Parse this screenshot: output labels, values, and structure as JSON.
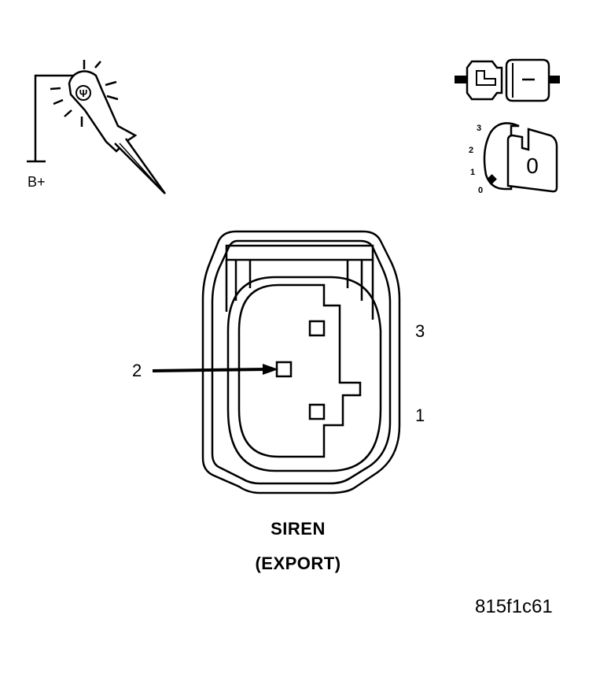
{
  "probe": {
    "supply_label": "B+",
    "lamp_symbol": "Ψ"
  },
  "ignition": {
    "positions": [
      "3",
      "2",
      "1",
      "0"
    ],
    "key_position": "0"
  },
  "connector": {
    "pins": [
      {
        "number": "3"
      },
      {
        "number": "2"
      },
      {
        "number": "1"
      }
    ]
  },
  "caption": {
    "line1": "SIREN",
    "line2": "(EXPORT)"
  },
  "figure_id": "815f1c61"
}
